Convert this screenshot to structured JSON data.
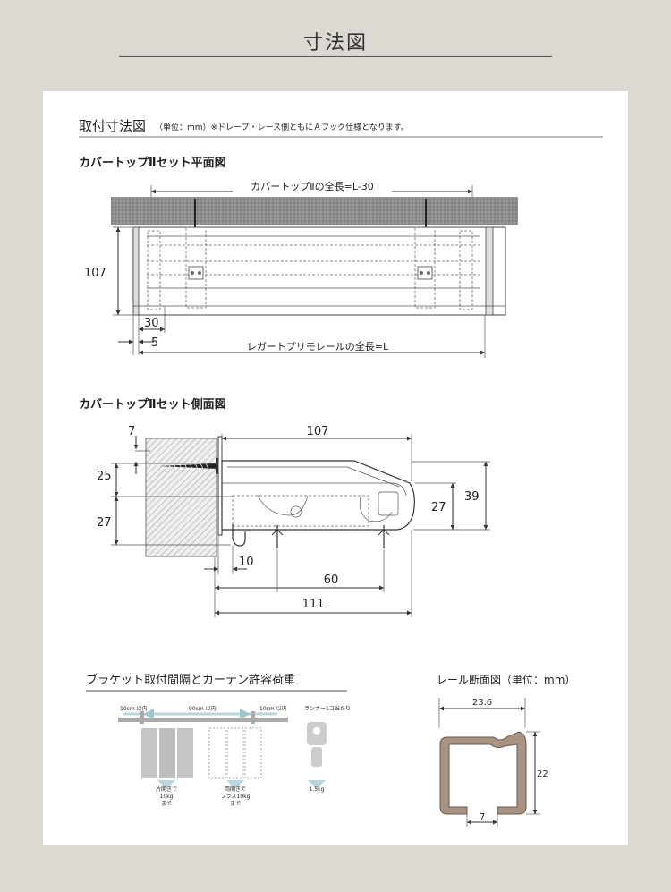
{
  "page_title": "寸法図",
  "section": {
    "title": "取付寸法図",
    "note": "（単位：mm）※ドレープ・レース側ともにＡフック仕様となります。"
  },
  "top_view": {
    "title": "カバートップⅡセット平面図",
    "cover_length_label": "カバートップⅡの全長=L-30",
    "rail_length_label": "レガートプリモレールの全長=L",
    "dim_height": "107",
    "dim_30": "30",
    "dim_5": "5"
  },
  "side_view": {
    "title": "カバートップⅡセット側面図",
    "dim_7": "7",
    "dim_107": "107",
    "dim_25": "25",
    "dim_27_left": "27",
    "dim_27_right": "27",
    "dim_39": "39",
    "dim_10": "10",
    "dim_60": "60",
    "dim_111": "111"
  },
  "bracket": {
    "title": "ブラケット取付間隔とカーテン許容荷重",
    "spacing_left": "10cm 以内",
    "spacing_mid": "90cm 以内",
    "spacing_right": "10cm 以内",
    "runner_note": "ランナー1コ当たり",
    "load_left_1": "片開きで",
    "load_left_2": "10kg",
    "load_left_3": "まで",
    "load_mid_1": "両開きで",
    "load_mid_2": "プラス10kg",
    "load_mid_3": "まで",
    "load_runner": "1.5kg"
  },
  "rail_section": {
    "title": "レール断面図（単位：mm）",
    "width": "23.6",
    "height": "22",
    "gap": "7"
  },
  "colors": {
    "background": "#dcd9d2",
    "panel": "#ffffff",
    "wall": "#9a9a98",
    "arrow": "#b9d6dc",
    "rail_section_fill": "#a89282"
  }
}
